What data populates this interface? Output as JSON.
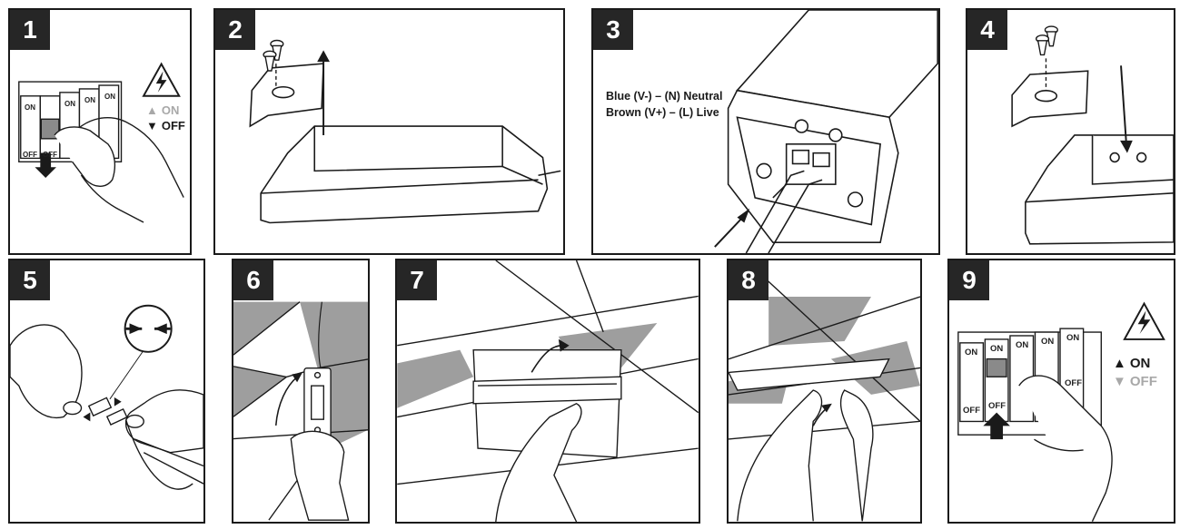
{
  "steps": [
    {
      "number": "1"
    },
    {
      "number": "2"
    },
    {
      "number": "3"
    },
    {
      "number": "4"
    },
    {
      "number": "5"
    },
    {
      "number": "6"
    },
    {
      "number": "7"
    },
    {
      "number": "8"
    },
    {
      "number": "9"
    }
  ],
  "wiring": {
    "line1": "Blue (V-) – (N) Neutral",
    "line2": "Brown (V+) – (L) Live"
  },
  "power": {
    "on": "ON",
    "off": "OFF"
  },
  "icons": {
    "hazard": "electrical-hazard-icon",
    "connector": "push-connector-icon",
    "arrow_up": "arrow-up-icon",
    "arrow_down": "arrow-down-icon"
  },
  "colors": {
    "frame": "#1a1a1a",
    "badge": "#262626",
    "panel_shade": "#9e9e9e",
    "muted": "#a8a8a8"
  }
}
